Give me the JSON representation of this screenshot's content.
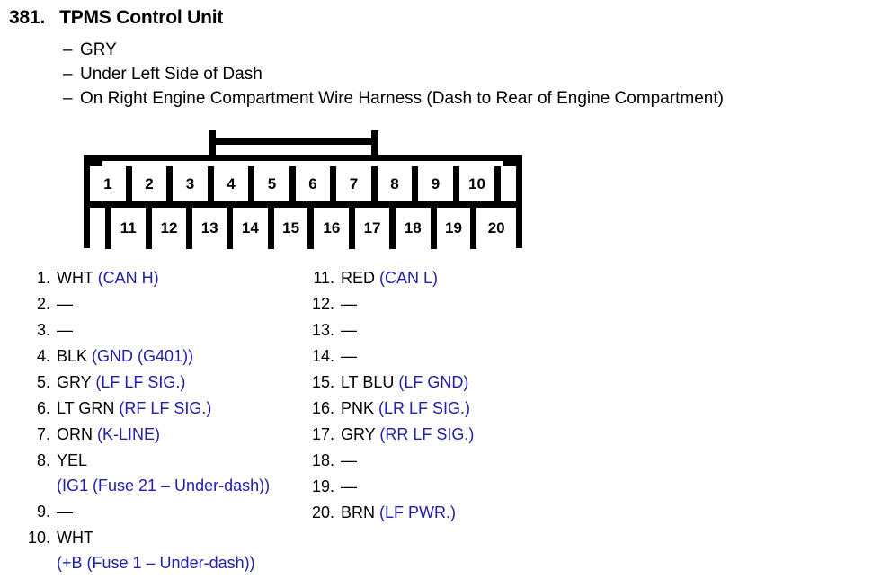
{
  "header": {
    "number": "381.",
    "title": "TPMS Control Unit"
  },
  "bullets": [
    {
      "dash": "–",
      "text": "GRY"
    },
    {
      "dash": "–",
      "text": "Under Left Side of Dash"
    },
    {
      "dash": "–",
      "text": "On Right Engine Compartment Wire Harness (Dash to Rear of Engine Compartment)"
    }
  ],
  "connector": {
    "top_row_pins": [
      "1",
      "2",
      "3",
      "4",
      "5",
      "6",
      "7",
      "8",
      "9",
      "10"
    ],
    "bottom_row_pins": [
      "11",
      "12",
      "13",
      "14",
      "15",
      "16",
      "17",
      "18",
      "19",
      "20"
    ]
  },
  "pins_left": [
    {
      "num": "1.",
      "color": "WHT",
      "fn": "(CAN H)",
      "fn_wrapped": ""
    },
    {
      "num": "2.",
      "color": "—",
      "fn": "",
      "fn_wrapped": ""
    },
    {
      "num": "3.",
      "color": "—",
      "fn": "",
      "fn_wrapped": ""
    },
    {
      "num": "4.",
      "color": "BLK",
      "fn": "(GND (G401))",
      "fn_wrapped": ""
    },
    {
      "num": "5.",
      "color": "GRY",
      "fn": "(LF LF SIG.)",
      "fn_wrapped": ""
    },
    {
      "num": "6.",
      "color": "LT GRN",
      "fn": "(RF LF SIG.)",
      "fn_wrapped": ""
    },
    {
      "num": "7.",
      "color": "ORN",
      "fn": "(K-LINE)",
      "fn_wrapped": ""
    },
    {
      "num": "8.",
      "color": "YEL",
      "fn": "",
      "fn_wrapped": "(IG1 (Fuse 21 – Under-dash))"
    },
    {
      "num": "9.",
      "color": "—",
      "fn": "",
      "fn_wrapped": ""
    },
    {
      "num": "10.",
      "color": "WHT",
      "fn": "",
      "fn_wrapped": "(+B (Fuse 1 – Under-dash))"
    }
  ],
  "pins_right": [
    {
      "num": "11.",
      "color": "RED",
      "fn": "(CAN L)",
      "fn_wrapped": ""
    },
    {
      "num": "12.",
      "color": "—",
      "fn": "",
      "fn_wrapped": ""
    },
    {
      "num": "13.",
      "color": "—",
      "fn": "",
      "fn_wrapped": ""
    },
    {
      "num": "14.",
      "color": "—",
      "fn": "",
      "fn_wrapped": ""
    },
    {
      "num": "15.",
      "color": "LT BLU",
      "fn": "(LF GND)",
      "fn_wrapped": ""
    },
    {
      "num": "16.",
      "color": "PNK",
      "fn": "(LR LF SIG.)",
      "fn_wrapped": ""
    },
    {
      "num": "17.",
      "color": "GRY",
      "fn": "(RR LF SIG.)",
      "fn_wrapped": ""
    },
    {
      "num": "18.",
      "color": "—",
      "fn": "",
      "fn_wrapped": ""
    },
    {
      "num": "19.",
      "color": "—",
      "fn": "",
      "fn_wrapped": ""
    },
    {
      "num": "20.",
      "color": "BRN",
      "fn": "(LF PWR.)",
      "fn_wrapped": ""
    }
  ],
  "colors": {
    "text": "#000000",
    "function_blue": "#2020aa",
    "background": "#ffffff"
  }
}
